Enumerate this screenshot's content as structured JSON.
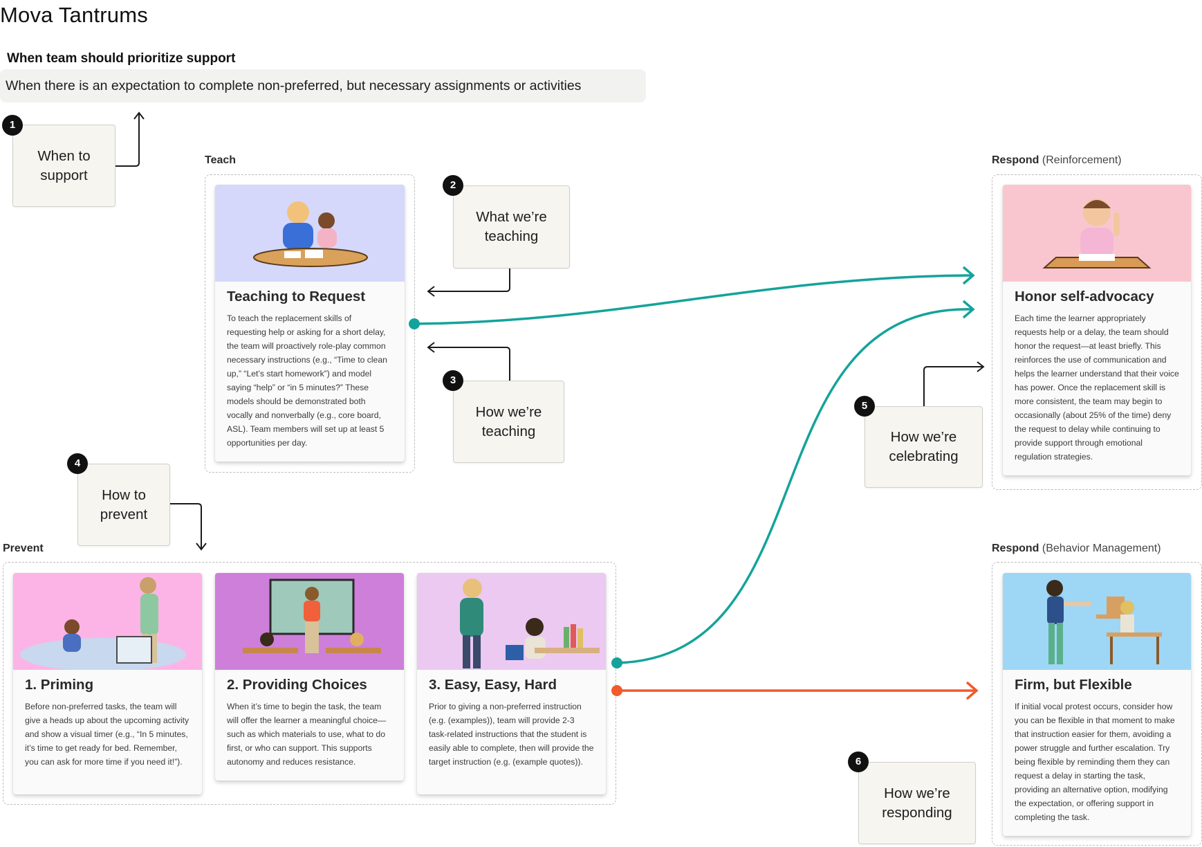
{
  "page_title": "Mova Tantrums",
  "support": {
    "heading": "When team should prioritize support",
    "condition": "When there is an expectation to complete non-preferred, but necessary assignments or activities"
  },
  "groups": {
    "teach": "Teach",
    "prevent": "Prevent",
    "respond_reinforcement": {
      "label": "Respond",
      "sub": "(Reinforcement)"
    },
    "respond_behavior": {
      "label": "Respond",
      "sub": "(Behavior Management)"
    }
  },
  "stickies": [
    {
      "badge": "1",
      "text": "When to support"
    },
    {
      "badge": "2",
      "text": "What we’re teaching"
    },
    {
      "badge": "3",
      "text": "How we’re teaching"
    },
    {
      "badge": "4",
      "text": "How to prevent"
    },
    {
      "badge": "5",
      "text": "How we’re celebrating"
    },
    {
      "badge": "6",
      "text": "How we’re responding"
    }
  ],
  "cards": {
    "teaching_to_request": {
      "title": "Teaching to Request",
      "body": "To teach the replacement skills of requesting help or asking for a short delay, the team will proactively role-play common necessary instructions (e.g., “Time to clean up,” “Let’s start homework”) and model saying “help” or “in 5 minutes?” These models should be demonstrated both vocally and nonverbally (e.g., core board, ASL). Team members will set up at least 5 opportunities per day."
    },
    "honor_self_advocacy": {
      "title": "Honor self-advocacy",
      "body": "Each time the learner appropriately requests help or a delay, the team should honor the request—at least briefly. This reinforces the use of communication and helps the learner understand that their voice has power. Once the replacement skill is more consistent, the team may begin to occasionally (about 25% of the time) deny the request to delay while continuing to provide support through emotional regulation strategies."
    },
    "priming": {
      "title": "1. Priming",
      "body": "Before non-preferred tasks, the team will give a heads up about the upcoming activity and show a visual timer (e.g., “In 5 minutes, it’s time to get ready for bed. Remember, you can ask for more time if you need it!”)."
    },
    "providing_choices": {
      "title": "2. Providing Choices",
      "body": "When it’s time to begin the task, the team will offer the learner a meaningful choice—such as which materials to use, what to do first, or who can support. This supports autonomy and reduces resistance."
    },
    "easy_easy_hard": {
      "title": "3. Easy, Easy, Hard",
      "body": "Prior to giving a non-preferred instruction (e.g. (examples)), team will provide 2-3 task-related instructions that the student is easily able to complete, then will provide the target instruction (e.g. (example quotes))."
    },
    "firm_but_flexible": {
      "title": "Firm, but Flexible",
      "body": "If initial vocal protest occurs, consider how you can be flexible in that moment to make that instruction easier for them, avoiding a power struggle and further escalation. Try being flexible by reminding them they can request a delay in starting the task, providing an alternative option, modifying the expectation, or offering support in completing the task."
    }
  },
  "colors": {
    "teal_connector": "#14a39a",
    "orange_connector": "#f15a2b",
    "teach_illustration_bg": "#d5d8fb",
    "honor_illustration_bg": "#f9c6cf",
    "priming_illustration_bg": "#fcb4e6",
    "choices_illustration_bg": "#cd7fda",
    "easy_illustration_bg": "#ebc9f1",
    "firm_illustration_bg": "#9ed6f6"
  }
}
